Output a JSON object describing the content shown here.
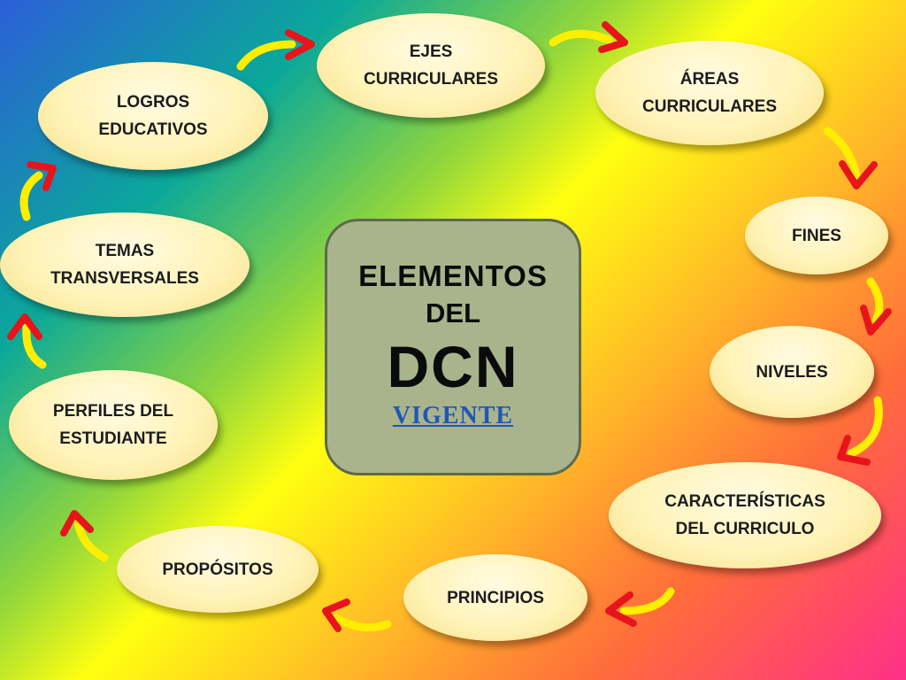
{
  "center": {
    "line1": "ELEMENTOS",
    "line2": "DEL",
    "line3": "DCN",
    "line4": "VIGENTE"
  },
  "nodes": {
    "ejes": [
      "EJES",
      "CURRICULARES"
    ],
    "areas": [
      "ÁREAS",
      "CURRICULARES"
    ],
    "fines": [
      "FINES"
    ],
    "niveles": [
      "NIVELES"
    ],
    "caracteristicas": [
      "CARACTERÍSTICAS",
      "DEL CURRICULO"
    ],
    "principios": [
      "PRINCIPIOS"
    ],
    "propositos": [
      "PROPÓSITOS"
    ],
    "perfiles": [
      "PERFILES DEL",
      "ESTUDIANTE"
    ],
    "temas": [
      "TEMAS",
      "TRANSVERSALES"
    ],
    "logros": [
      "LOGROS",
      "EDUCATIVOS"
    ]
  },
  "colors": {
    "arrow_shaft": "#ffee00",
    "arrow_head": "#e8141c",
    "center_fill": "#a9b48c",
    "vigente_text": "#1f57b8"
  }
}
